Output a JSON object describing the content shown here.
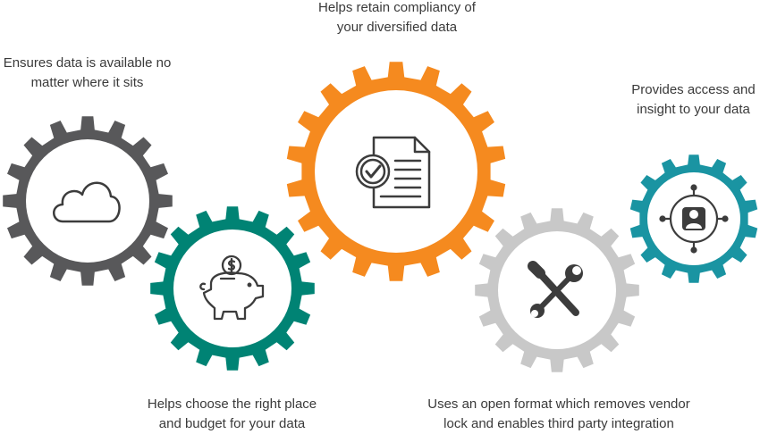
{
  "colors": {
    "gear_dark_gray": "#58585a",
    "gear_teal": "#008374",
    "gear_orange": "#f58a1f",
    "gear_light_gray": "#c8c8c8",
    "gear_cyan": "#1a94a2",
    "icon_stroke": "#3c3c3c",
    "text": "#3a3a3a"
  },
  "benefits": [
    {
      "icon": "cloud-icon",
      "lines": [
        "Ensures data is available no",
        "matter where it sits"
      ]
    },
    {
      "icon": "piggy-bank-icon",
      "lines": [
        "Helps choose the right place",
        "and budget for your data"
      ]
    },
    {
      "icon": "document-check-icon",
      "lines": [
        "Helps retain compliancy of",
        "your diversified data"
      ]
    },
    {
      "icon": "tools-icon",
      "lines": [
        "Uses an open format which removes vendor",
        "lock and enables third party integration"
      ]
    },
    {
      "icon": "user-network-icon",
      "lines": [
        "Provides access and",
        "insight to your data"
      ]
    }
  ]
}
